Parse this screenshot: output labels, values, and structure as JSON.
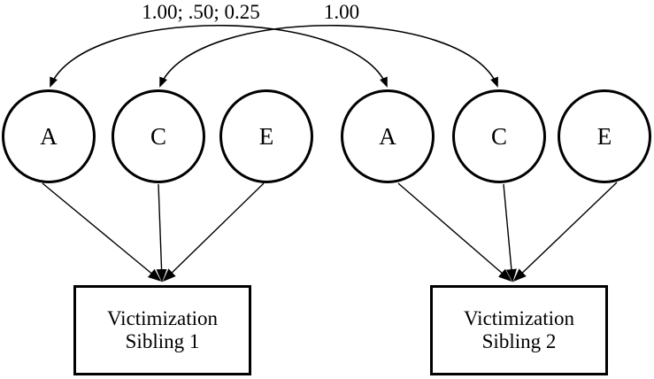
{
  "diagram": {
    "type": "ACE sibling path diagram",
    "colors": {
      "ink": "#000000",
      "background": "#ffffff"
    },
    "correlations": {
      "a_label": "1.00; .50; 0.25",
      "c_label": "1.00"
    },
    "latent": {
      "sibling1": [
        {
          "label": "A"
        },
        {
          "label": "C"
        },
        {
          "label": "E"
        }
      ],
      "sibling2": [
        {
          "label": "A"
        },
        {
          "label": "C"
        },
        {
          "label": "E"
        }
      ]
    },
    "observed": {
      "sibling1": {
        "line1": "Victimization",
        "line2": "Sibling 1"
      },
      "sibling2": {
        "line1": "Victimization",
        "line2": "Sibling 2"
      }
    }
  }
}
